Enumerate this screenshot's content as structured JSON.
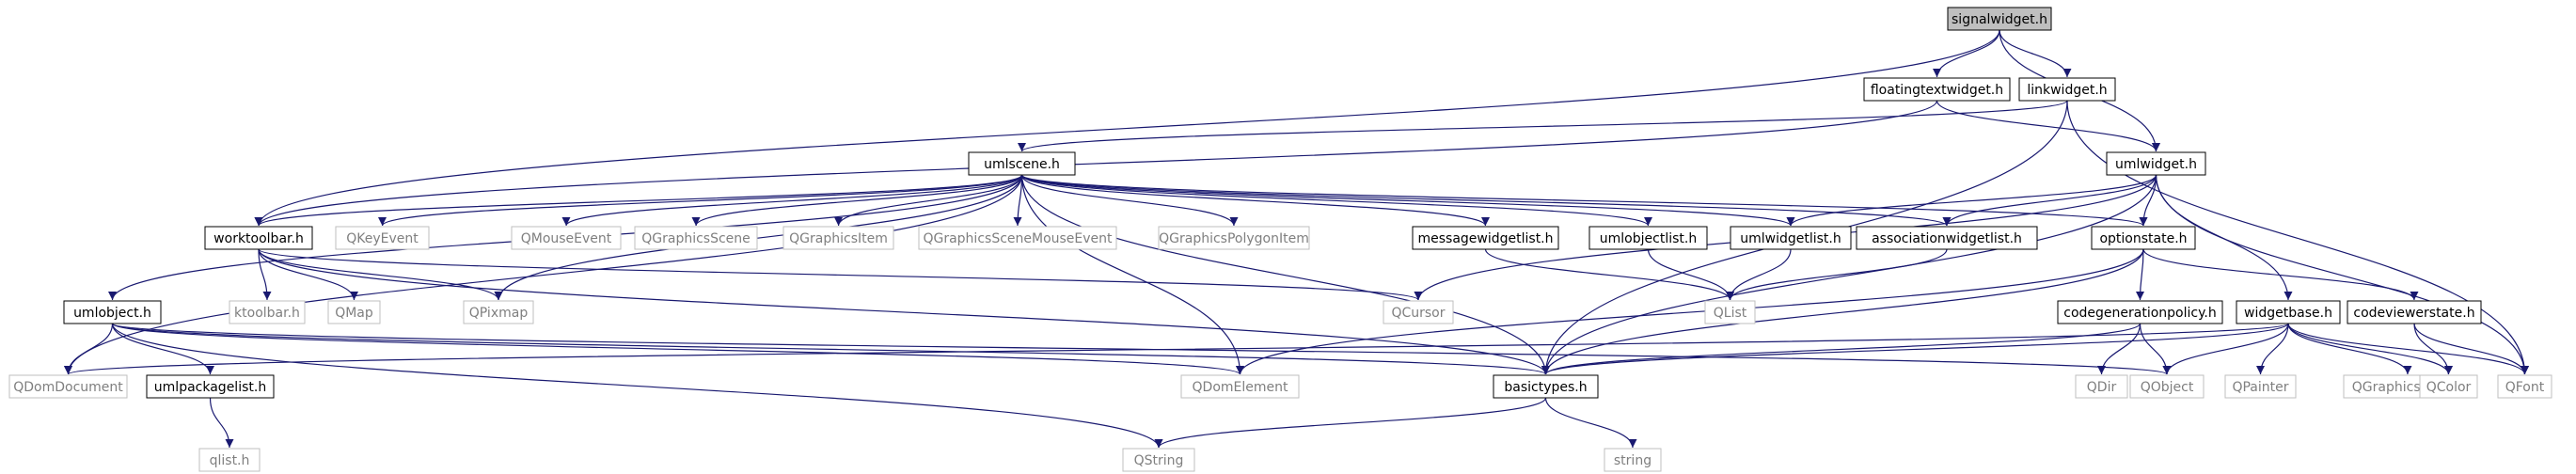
{
  "graph": {
    "root": "signalwidget.h",
    "colors": {
      "edge": "#191970",
      "root_fill": "#bfbfbf",
      "node_border": "#000000",
      "external_border": "#bfbfbf",
      "external_text": "#7f7f7f"
    },
    "nodes": [
      {
        "id": "signalwidget",
        "label": "signalwidget.h",
        "kind": "root"
      },
      {
        "id": "floatingtextwidget",
        "label": "floatingtextwidget.h",
        "kind": "file"
      },
      {
        "id": "linkwidget",
        "label": "linkwidget.h",
        "kind": "file"
      },
      {
        "id": "umlscene",
        "label": "umlscene.h",
        "kind": "file"
      },
      {
        "id": "umlwidget",
        "label": "umlwidget.h",
        "kind": "file"
      },
      {
        "id": "worktoolbar",
        "label": "worktoolbar.h",
        "kind": "file"
      },
      {
        "id": "QKeyEvent",
        "label": "QKeyEvent",
        "kind": "external"
      },
      {
        "id": "QMouseEvent",
        "label": "QMouseEvent",
        "kind": "external"
      },
      {
        "id": "QGraphicsScene",
        "label": "QGraphicsScene",
        "kind": "external"
      },
      {
        "id": "QGraphicsItem",
        "label": "QGraphicsItem",
        "kind": "external"
      },
      {
        "id": "QGraphicsSceneMouseEvent",
        "label": "QGraphicsSceneMouseEvent",
        "kind": "external"
      },
      {
        "id": "QGraphicsPolygonItem",
        "label": "QGraphicsPolygonItem",
        "kind": "external"
      },
      {
        "id": "messagewidgetlist",
        "label": "messagewidgetlist.h",
        "kind": "file"
      },
      {
        "id": "umlobjectlist",
        "label": "umlobjectlist.h",
        "kind": "file"
      },
      {
        "id": "umlwidgetlist",
        "label": "umlwidgetlist.h",
        "kind": "file"
      },
      {
        "id": "associationwidgetlist",
        "label": "associationwidgetlist.h",
        "kind": "file"
      },
      {
        "id": "optionstate",
        "label": "optionstate.h",
        "kind": "file"
      },
      {
        "id": "umlobject",
        "label": "umlobject.h",
        "kind": "file"
      },
      {
        "id": "ktoolbar",
        "label": "ktoolbar.h",
        "kind": "external"
      },
      {
        "id": "QMap",
        "label": "QMap",
        "kind": "external"
      },
      {
        "id": "QPixmap",
        "label": "QPixmap",
        "kind": "external"
      },
      {
        "id": "QCursor",
        "label": "QCursor",
        "kind": "external"
      },
      {
        "id": "QList",
        "label": "QList",
        "kind": "external"
      },
      {
        "id": "codegenerationpolicy",
        "label": "codegenerationpolicy.h",
        "kind": "file"
      },
      {
        "id": "widgetbase",
        "label": "widgetbase.h",
        "kind": "file"
      },
      {
        "id": "codeviewerstate",
        "label": "codeviewerstate.h",
        "kind": "file"
      },
      {
        "id": "QDomDocument",
        "label": "QDomDocument",
        "kind": "external"
      },
      {
        "id": "umlpackagelist",
        "label": "umlpackagelist.h",
        "kind": "file"
      },
      {
        "id": "QDomElement",
        "label": "QDomElement",
        "kind": "external"
      },
      {
        "id": "basictypes",
        "label": "basictypes.h",
        "kind": "file"
      },
      {
        "id": "QDir",
        "label": "QDir",
        "kind": "external"
      },
      {
        "id": "QObject",
        "label": "QObject",
        "kind": "external"
      },
      {
        "id": "QPainter",
        "label": "QPainter",
        "kind": "external"
      },
      {
        "id": "QGraphicsObject",
        "label": "QGraphicsObject",
        "kind": "external"
      },
      {
        "id": "QColor",
        "label": "QColor",
        "kind": "external"
      },
      {
        "id": "QFont",
        "label": "QFont",
        "kind": "external"
      },
      {
        "id": "qlist",
        "label": "qlist.h",
        "kind": "external"
      },
      {
        "id": "QString",
        "label": "QString",
        "kind": "external"
      },
      {
        "id": "string",
        "label": "string",
        "kind": "external"
      }
    ],
    "edges": [
      [
        "signalwidget",
        "floatingtextwidget"
      ],
      [
        "signalwidget",
        "linkwidget"
      ],
      [
        "signalwidget",
        "umlwidget"
      ],
      [
        "signalwidget",
        "worktoolbar"
      ],
      [
        "floatingtextwidget",
        "umlwidget"
      ],
      [
        "floatingtextwidget",
        "worktoolbar"
      ],
      [
        "linkwidget",
        "umlscene"
      ],
      [
        "linkwidget",
        "basictypes"
      ],
      [
        "linkwidget",
        "QFont"
      ],
      [
        "umlscene",
        "worktoolbar"
      ],
      [
        "umlscene",
        "QKeyEvent"
      ],
      [
        "umlscene",
        "QMouseEvent"
      ],
      [
        "umlscene",
        "QGraphicsScene"
      ],
      [
        "umlscene",
        "QGraphicsItem"
      ],
      [
        "umlscene",
        "QGraphicsSceneMouseEvent"
      ],
      [
        "umlscene",
        "QGraphicsPolygonItem"
      ],
      [
        "umlscene",
        "messagewidgetlist"
      ],
      [
        "umlscene",
        "umlobjectlist"
      ],
      [
        "umlscene",
        "umlwidgetlist"
      ],
      [
        "umlscene",
        "associationwidgetlist"
      ],
      [
        "umlscene",
        "optionstate"
      ],
      [
        "umlscene",
        "umlobject"
      ],
      [
        "umlscene",
        "QPixmap"
      ],
      [
        "umlscene",
        "QDomDocument"
      ],
      [
        "umlscene",
        "basictypes"
      ],
      [
        "umlscene",
        "QDomElement"
      ],
      [
        "umlwidget",
        "umlwidgetlist"
      ],
      [
        "umlwidget",
        "associationwidgetlist"
      ],
      [
        "umlwidget",
        "optionstate"
      ],
      [
        "umlwidget",
        "widgetbase"
      ],
      [
        "umlwidget",
        "QCursor"
      ],
      [
        "umlwidget",
        "QFont"
      ],
      [
        "umlwidget",
        "basictypes"
      ],
      [
        "worktoolbar",
        "ktoolbar"
      ],
      [
        "worktoolbar",
        "QMap"
      ],
      [
        "worktoolbar",
        "QPixmap"
      ],
      [
        "worktoolbar",
        "QCursor"
      ],
      [
        "worktoolbar",
        "basictypes"
      ],
      [
        "messagewidgetlist",
        "QList"
      ],
      [
        "umlobjectlist",
        "QList"
      ],
      [
        "umlwidgetlist",
        "QList"
      ],
      [
        "associationwidgetlist",
        "QList"
      ],
      [
        "optionstate",
        "codegenerationpolicy"
      ],
      [
        "optionstate",
        "codeviewerstate"
      ],
      [
        "optionstate",
        "basictypes"
      ],
      [
        "optionstate",
        "QDomElement"
      ],
      [
        "umlobject",
        "QDomDocument"
      ],
      [
        "umlobject",
        "umlpackagelist"
      ],
      [
        "umlobject",
        "QDomElement"
      ],
      [
        "umlobject",
        "basictypes"
      ],
      [
        "umlobject",
        "QString"
      ],
      [
        "umlobject",
        "QObject"
      ],
      [
        "codegenerationpolicy",
        "QDir"
      ],
      [
        "codegenerationpolicy",
        "QObject"
      ],
      [
        "codegenerationpolicy",
        "basictypes"
      ],
      [
        "widgetbase",
        "basictypes"
      ],
      [
        "widgetbase",
        "QObject"
      ],
      [
        "widgetbase",
        "QPainter"
      ],
      [
        "widgetbase",
        "QGraphicsObject"
      ],
      [
        "widgetbase",
        "QColor"
      ],
      [
        "widgetbase",
        "QFont"
      ],
      [
        "widgetbase",
        "QDomDocument"
      ],
      [
        "codeviewerstate",
        "QColor"
      ],
      [
        "codeviewerstate",
        "QFont"
      ],
      [
        "umlpackagelist",
        "qlist"
      ],
      [
        "basictypes",
        "QString"
      ],
      [
        "basictypes",
        "string"
      ]
    ]
  }
}
